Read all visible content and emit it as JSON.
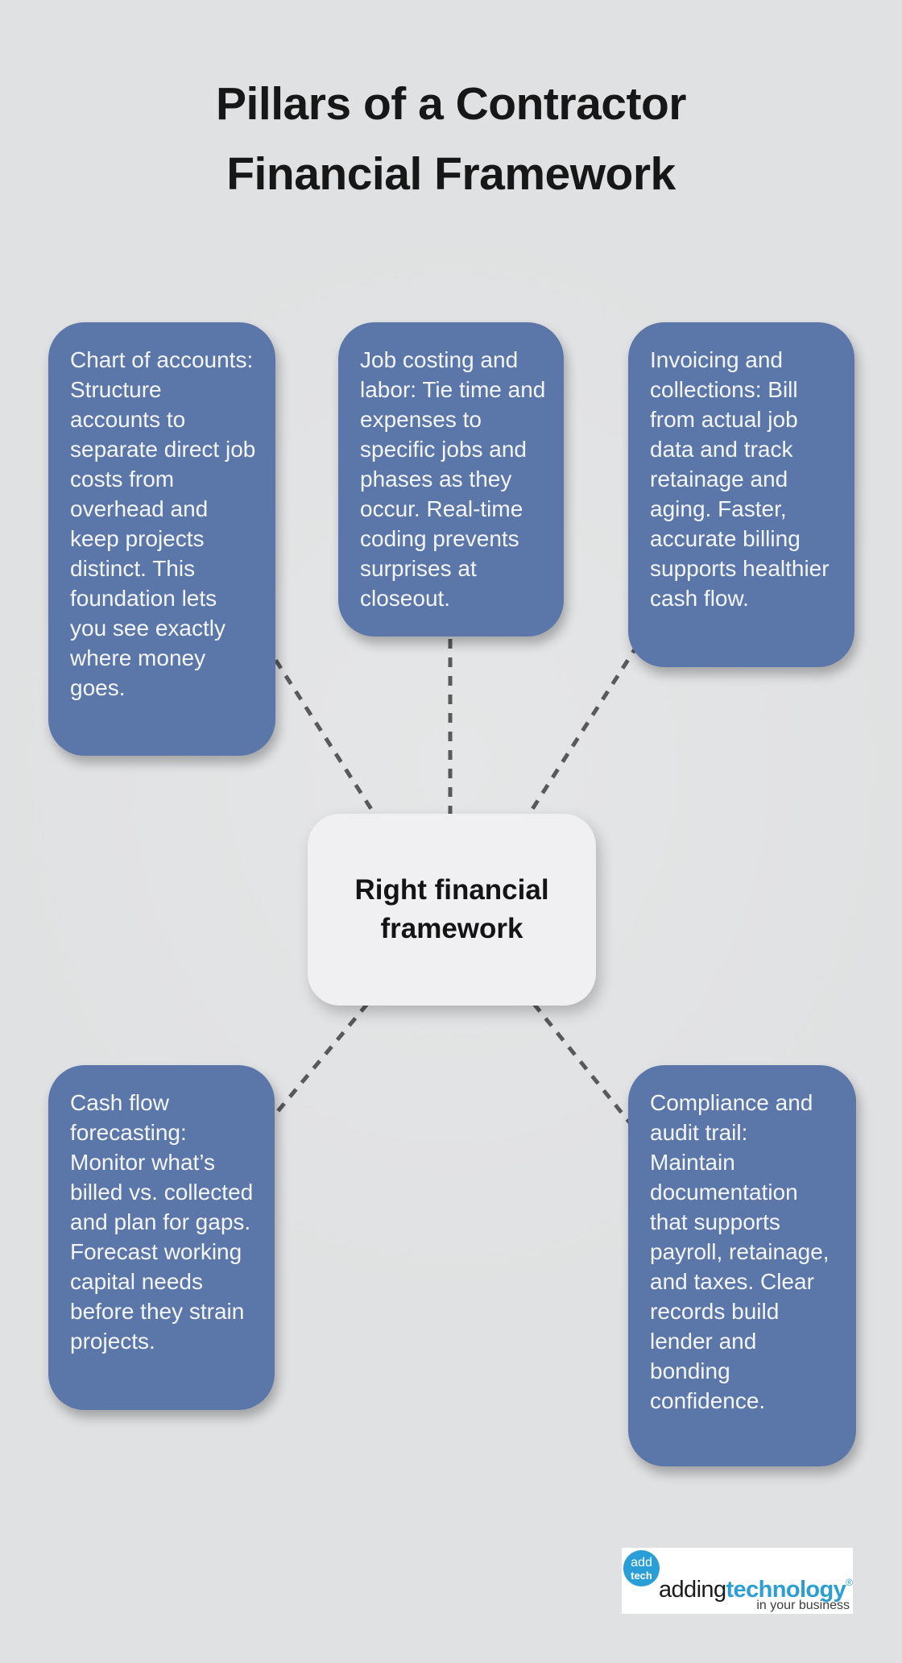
{
  "title": {
    "line1": "Pillars of a Contractor",
    "line2": "Financial Framework"
  },
  "center": {
    "label": "Right financial framework"
  },
  "pillars": [
    {
      "id": "chart-of-accounts",
      "text": "Chart of accounts: Structure accounts to separate direct job costs from overhead and keep projects distinct. This foundation lets you see exactly where money goes."
    },
    {
      "id": "job-costing-and-labor",
      "text": "Job costing and labor: Tie time and expenses to specific jobs and phases as they occur. Real-time coding prevents surprises at closeout."
    },
    {
      "id": "invoicing-and-collections",
      "text": "Invoicing and collections: Bill from actual job data and track retainage and aging. Faster, accurate billing supports healthier cash flow."
    },
    {
      "id": "cash-flow-forecasting",
      "text": "Cash flow forecasting: Monitor what’s billed vs. collected and plan for gaps. Forecast working capital needs before they strain projects."
    },
    {
      "id": "compliance-and-audit-trail",
      "text": "Compliance and audit trail: Maintain documentation that supports payroll, retainage, and taxes. Clear records build lender and bonding confidence."
    }
  ],
  "logo": {
    "badge_line1": "add",
    "badge_line2": "tech",
    "brand_black": "adding",
    "brand_blue": "technology",
    "registered": "®",
    "tagline": "in your business"
  },
  "colors": {
    "background": "#e0e1e2",
    "pillar_fill": "#5b76a9",
    "pillar_text": "#f4f6fa",
    "center_fill": "#f0f0f2",
    "connector": "#595959",
    "logo_blue": "#2a9ed7"
  }
}
